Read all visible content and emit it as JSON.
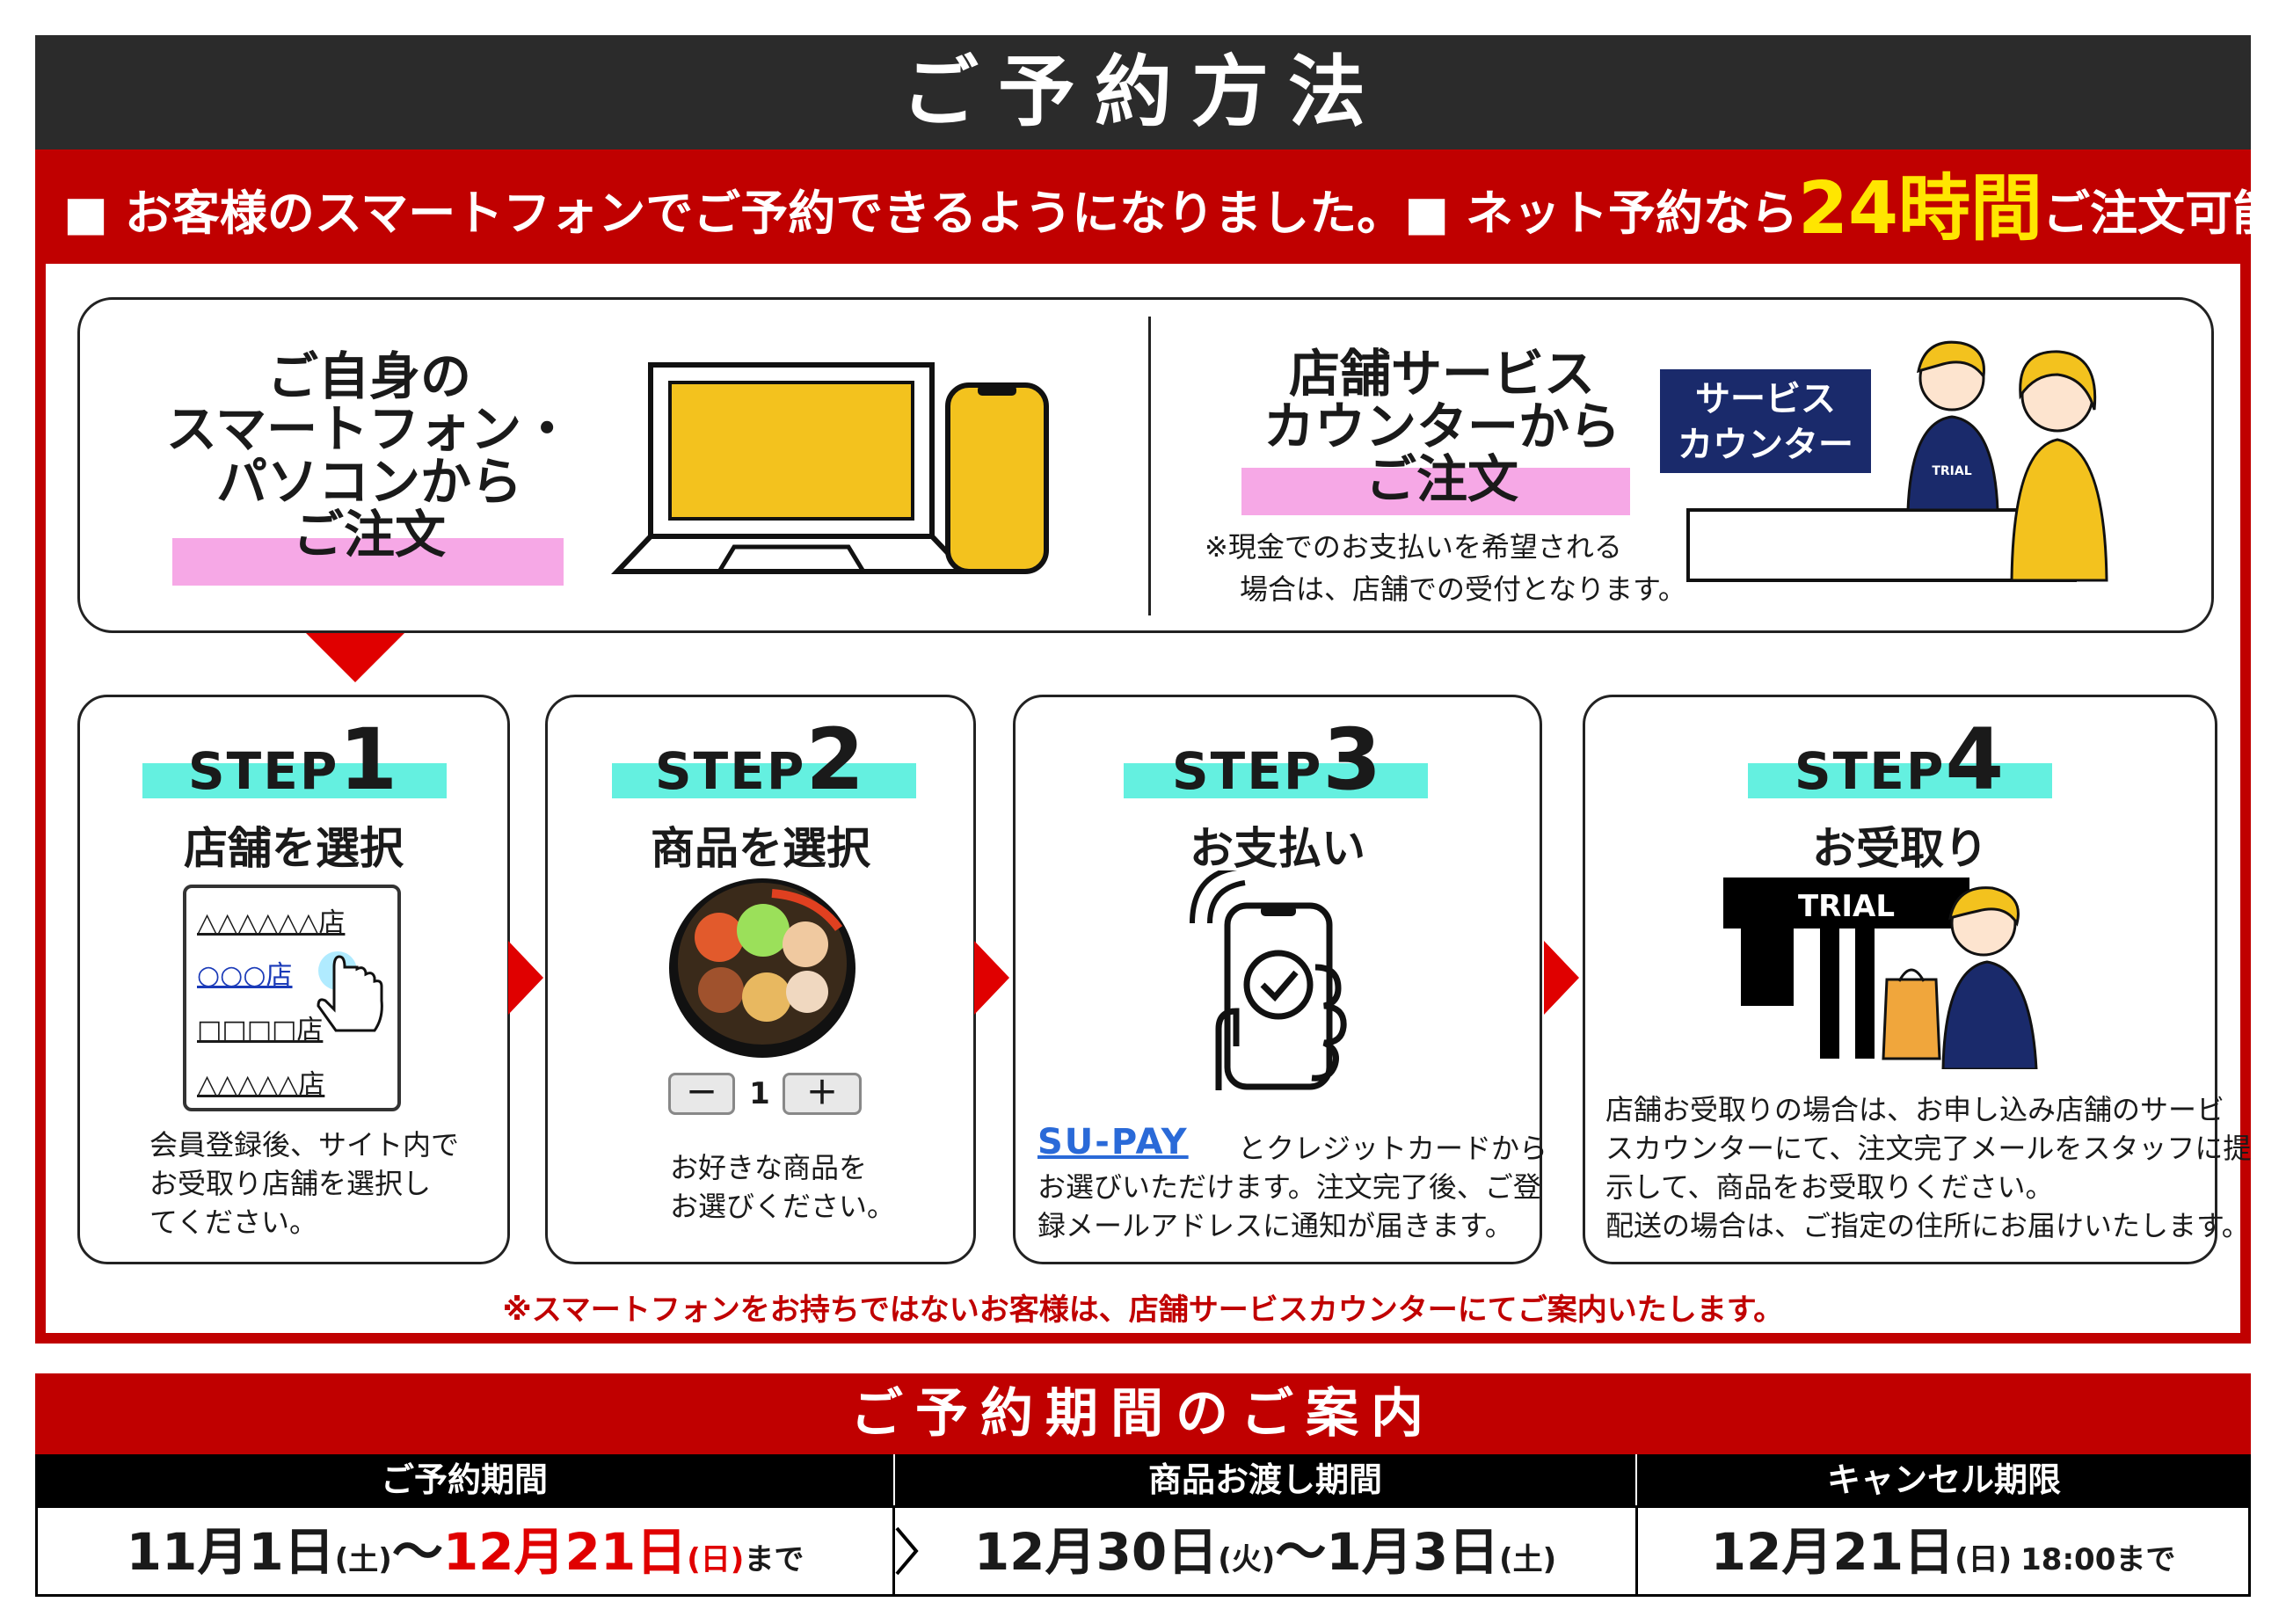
{
  "title": "ご予約方法",
  "subtitle": {
    "part1": "■ お客様のスマートフォンでご予約できるようになりました。■ ネット予約なら",
    "highlight": "24時間",
    "part2": "ご注文可能!"
  },
  "online": {
    "line1": "ご自身の",
    "line2": "スマートフォン・",
    "line3": "パソコンから",
    "line4": "ご注文"
  },
  "counter": {
    "line1": "店舗サービス",
    "line2": "カウンターから",
    "line3": "ご注文",
    "note1": "※現金でのお支払いを希望される",
    "note2": "場合は、店舗での受付となります。",
    "sign1": "サービス",
    "sign2": "カウンター",
    "apron": "TRIAL"
  },
  "steps": [
    {
      "label": "STEP",
      "num": "1",
      "title": "店舗を選択",
      "desc": [
        "会員登録後、サイト内で",
        "お受取り店舗を選択し",
        "てください。"
      ],
      "list": [
        "△△△△△△店",
        "○○○店",
        "□□□□店",
        "△△△△△店"
      ]
    },
    {
      "label": "STEP",
      "num": "2",
      "title": "商品を選択",
      "desc": [
        "お好きな商品を",
        "お選びください。"
      ],
      "qty": {
        "minus": "－",
        "value": "1",
        "plus": "＋"
      }
    },
    {
      "label": "STEP",
      "num": "3",
      "title": "お支払い",
      "brand": "SU-PAY",
      "desc": [
        "とクレジットカードから",
        "お選びいただけます。注文完了後、ご登",
        "録メールアドレスに通知が届きます。"
      ]
    },
    {
      "label": "STEP",
      "num": "4",
      "title": "お受取り",
      "store_sign": "TRIAL",
      "desc": [
        "店舗お受取りの場合は、お申し込み店舗のサービ",
        "スカウンターにて、注文完了メールをスタッフに提",
        "示して、商品をお受取りください。",
        "配送の場合は、ご指定の住所にお届けいたします。"
      ]
    }
  ],
  "bottom_note": "※スマートフォンをお持ちではないお客様は、店舗サービスカウンターにてご案内いたします。",
  "period": {
    "heading": "ご予約期間のご案内",
    "headers": [
      "ご予約期間",
      "商品お渡し期間",
      "キャンセル期限"
    ],
    "reserve": {
      "start": "11月1日",
      "start_dow": "(土)",
      "tilde": "～",
      "end": "12月21日",
      "end_dow": "(日)",
      "suffix": "まで"
    },
    "delivery": {
      "start": "12月30日",
      "start_dow": "(火)",
      "tilde": "～",
      "end": "1月3日",
      "end_dow": "(土)"
    },
    "cancel": {
      "date": "12月21日",
      "dow": "(日)",
      "time": "18:00まで"
    }
  },
  "colors": {
    "red": "#c00000",
    "yellow": "#f3c21e",
    "teal": "#64f0e0",
    "pink": "#f6a8e6",
    "navy": "#1a2a6b",
    "highlight": "#ffe600"
  }
}
